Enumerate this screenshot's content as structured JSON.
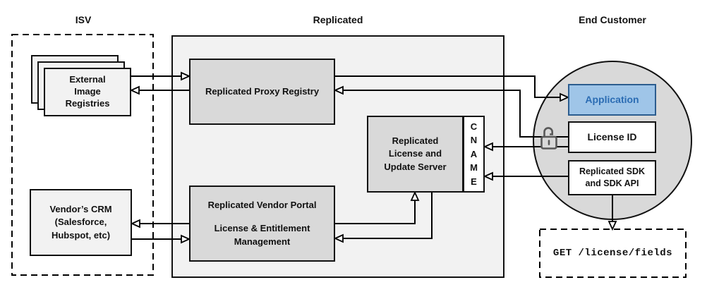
{
  "sections": {
    "isv": "ISV",
    "replicated": "Replicated",
    "end_customer": "End Customer"
  },
  "nodes": {
    "registries": {
      "lines": [
        "External",
        "Image",
        "Registries"
      ]
    },
    "crm": {
      "lines": [
        "Vendor’s CRM",
        "(Salesforce,",
        "Hubspot, etc)"
      ]
    },
    "proxy": {
      "label": "Replicated Proxy Registry"
    },
    "license_server": {
      "label": "Replicated License and Update Server"
    },
    "cname": {
      "label": "CNAME"
    },
    "vendor_portal": {
      "title": "Replicated Vendor Portal",
      "subtitle": "License & Entitlement Management"
    },
    "application": {
      "label": "Application"
    },
    "license_id": {
      "label": "License ID"
    },
    "sdk": {
      "lines": [
        "Replicated SDK",
        "and SDK API"
      ]
    },
    "get_endpoint": {
      "label": "GET /license/fields"
    }
  },
  "icons": {
    "unlock": "unlock-icon"
  },
  "colors": {
    "panel_gray": "#f2f2f2",
    "node_gray": "#d9d9d9",
    "app_fill": "#9fc5e8",
    "app_border": "#2c5d8f",
    "app_text": "#2b6cb3",
    "lock_gray": "#595959",
    "line_black": "#000000"
  }
}
